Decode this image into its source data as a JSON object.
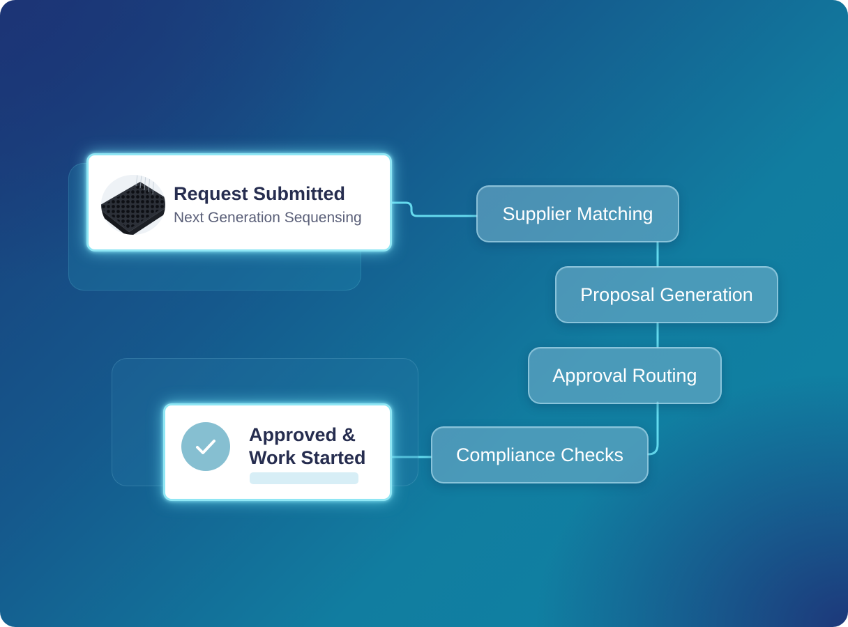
{
  "request_card": {
    "title": "Request Submitted",
    "subtitle": "Next Generation Sequensing",
    "image": "well-plate-photo"
  },
  "steps": [
    {
      "label": "Supplier Matching"
    },
    {
      "label": "Proposal Generation"
    },
    {
      "label": "Approval Routing"
    },
    {
      "label": "Compliance Checks"
    }
  ],
  "approved_card": {
    "title": "Approved & Work Started",
    "icon": "checkmark-icon"
  },
  "colors": {
    "background_dark": "#1a3a78",
    "background_teal": "#117da0",
    "connector": "#69e0f3",
    "card_glow": "#8fe6f4",
    "text_dark": "#262d4f",
    "check_circle": "#86bfd1"
  }
}
